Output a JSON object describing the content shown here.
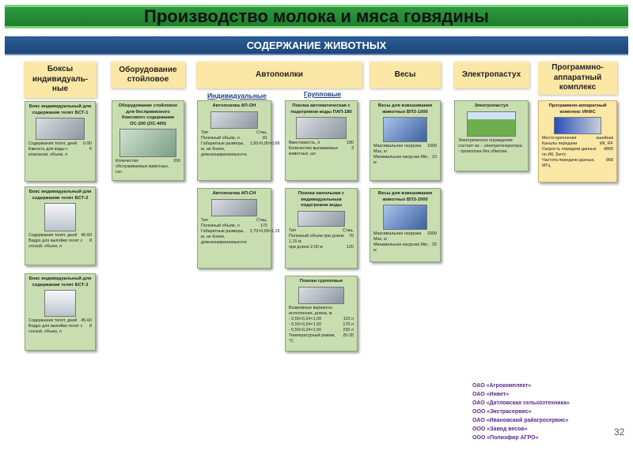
{
  "title": "Производство молока и мяса говядины",
  "subtitle": "СОДЕРЖАНИЕ ЖИВОТНЫХ",
  "headers": {
    "boxes": "Боксы индивидуаль-ные",
    "stall": "Оборудование стойловое",
    "drinkers": "Автопоилки",
    "scales": "Весы",
    "fence": "Электропастух",
    "software": "Программно-аппаратный комплекс"
  },
  "subheaders": {
    "individual": "Индивидуальные",
    "group": "Групповые"
  },
  "cards": {
    "bst1": {
      "title": "Бокс индивидуальный для содержания телят БСТ-1",
      "l1": "Содержания телят, дней",
      "v1": "0-90",
      "l2": "Емкость для воды с клапаном, объем, л",
      "v2": "6"
    },
    "bst2": {
      "title": "Бокс индивидуальный для содержания телят БСТ-2",
      "l1": "Содержания телят, дней",
      "v1": "45-60",
      "l2": "Ведро для выпойки телят с соской, объем, л",
      "v2": "8"
    },
    "bst3": {
      "title": "Бокс индивидуальный для содержания телят БСТ-3",
      "l1": "Содержания телят, дней",
      "v1": "45-60",
      "l2": "Ведро для выпойки телят с соской, объем, л",
      "v2": "8"
    },
    "os200": {
      "title": "Оборудование стойловое для беспривязного боксового содержания ОС-200 (ОС-400)",
      "l1": "Количество обслуживаемых животных, гол",
      "v1": "200"
    },
    "apon": {
      "title": "Автопоилка АП-ОН",
      "l0": "Тип",
      "v0": "Стац.",
      "l1": "Полезный объем, л",
      "v1": "81",
      "l2": "Габаритные размеры, м, не более, длинахширинахвысота",
      "v2": "1,50×0,90×0,68"
    },
    "apsn": {
      "title": "Автопоилка АП-СН",
      "l0": "Тип",
      "v0": "Стац.",
      "l1": "Полезный объем, л",
      "v1": "170",
      "l2": "Габаритные размеры, м, не более, длинахширинахвысота",
      "v2": "2,70×0,69×1,15"
    },
    "pap180": {
      "title": "Поилка автоматическая с подогревом воды ПАП-180",
      "l1": "Вместимость, л",
      "v1": "180",
      "l2": "Количество выпиваемых животных, шт.",
      "v2": "3"
    },
    "floor": {
      "title": "Поилка напольная с индивидуальным подогревом воды",
      "l0": "Тип",
      "v0": "Стац.",
      "l1": "Полезный объем при длине 1,15 м",
      "v1": "70",
      "l2": "при длине 2,00 м",
      "v2": "120"
    },
    "groupd": {
      "title": "Поилки групповые",
      "l0": "Возможные варианты исполнения, длина, м",
      "l1": "- 0,50×0,24×1,00",
      "v1": "110 л",
      "l2": "- 0,50×0,24×1,50",
      "v2": "170 л",
      "l3": "- 0,50×0,24×2,00",
      "v3": "230 л",
      "l4": "Температурный режим, °С",
      "v4": "25-35"
    },
    "vpz1000": {
      "title": "Весы для взвешивания животных ВПЗ-1000",
      "l1": "Максимальная нагрузка Max, кг",
      "v1": "1000",
      "l2": "Минимальная нагрузка Min, кг",
      "v2": "10"
    },
    "vpz2000": {
      "title": "Весы для взвешивания животных ВПЗ-2000",
      "l1": "Максимальная нагрузка Max, кг",
      "v1": "2000",
      "l2": "Минимальная нагрузка Min, кг",
      "v2": "20"
    },
    "fence": {
      "title": "Электропастух",
      "text": "Электрическое ограждение состоит из: - электрогенератора; - проволоки без обмотки."
    },
    "ikfs": {
      "title": "Программно-аппаратный комплекс ИКФС",
      "l1": "Место крепления",
      "v1": "ошейник",
      "l2": "Каналы передачи",
      "v2": "ИК, RF",
      "l3": "Скорость передачи данных по ИК, Бит/с",
      "v3": "4800",
      "l4": "Частота передачи данных, МГц",
      "v4": "868"
    }
  },
  "companies": [
    "ОАО «Агрокомплект»",
    "ОАО «Инвет»",
    "ОАО «Дятловская сельхозтехника»",
    "ООО «Экстрасервис»",
    "ОАО «Ивановский райагросервис»",
    "ООО «Завод весов»",
    "ООО «Полиэфир АГРО»"
  ],
  "page": "32"
}
